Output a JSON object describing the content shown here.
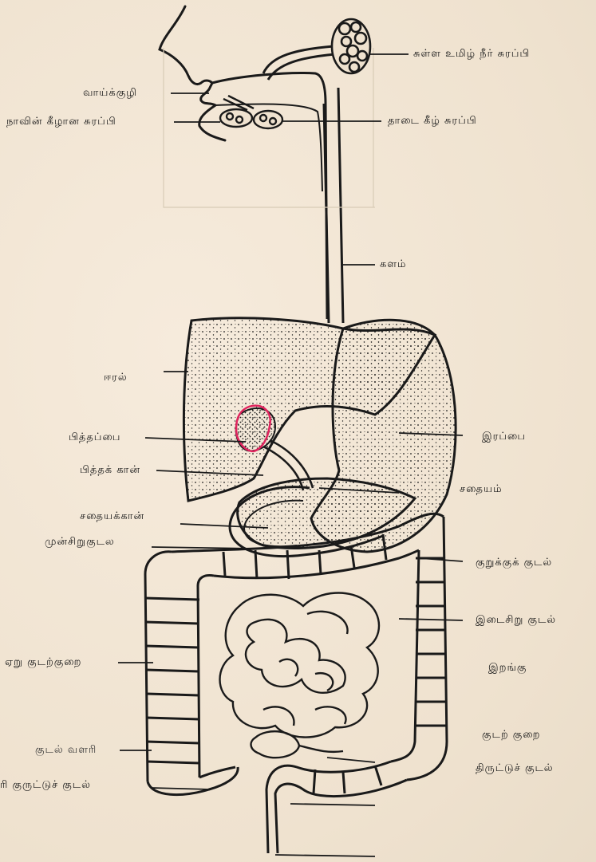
{
  "labels": {
    "salivary_parotid": "சுள்ள உமிழ் நீர் சுரப்பி",
    "mouth_cavity": "வாய்க்குழி",
    "sublingual_gland": "நாவின் கீழான சுரப்பி",
    "submandibular_gland": "தாடை கீழ் சுரப்பி",
    "esophagus": "களம்",
    "liver": "ஈரல்",
    "gall_bladder": "பித்தப்பை",
    "stomach": "இரப்பை",
    "bile_duct": "பித்தக் கான்",
    "pancreas": "சதையம்",
    "pancreatic_duct": "சதையக்கான்",
    "duodenum": "முன்சிறுகுடல",
    "transverse_colon": "குறுக்குக் குடல்",
    "small_intestine": "இடைசிறு குடல்",
    "ascending_colon": "ஏறு குடற்குறை",
    "ileum": "இறங்கு",
    "descending_colon_1": "குடற் குறை",
    "descending_colon_2": "திருட்டுச் குடல்",
    "appendix": "குடல் வளரி",
    "rectum": "ரி குருட்டுச் குடல்"
  },
  "colors": {
    "ink": "#1a1a1a",
    "paper": "#f2e6d6",
    "highlight": "#e0245e"
  }
}
